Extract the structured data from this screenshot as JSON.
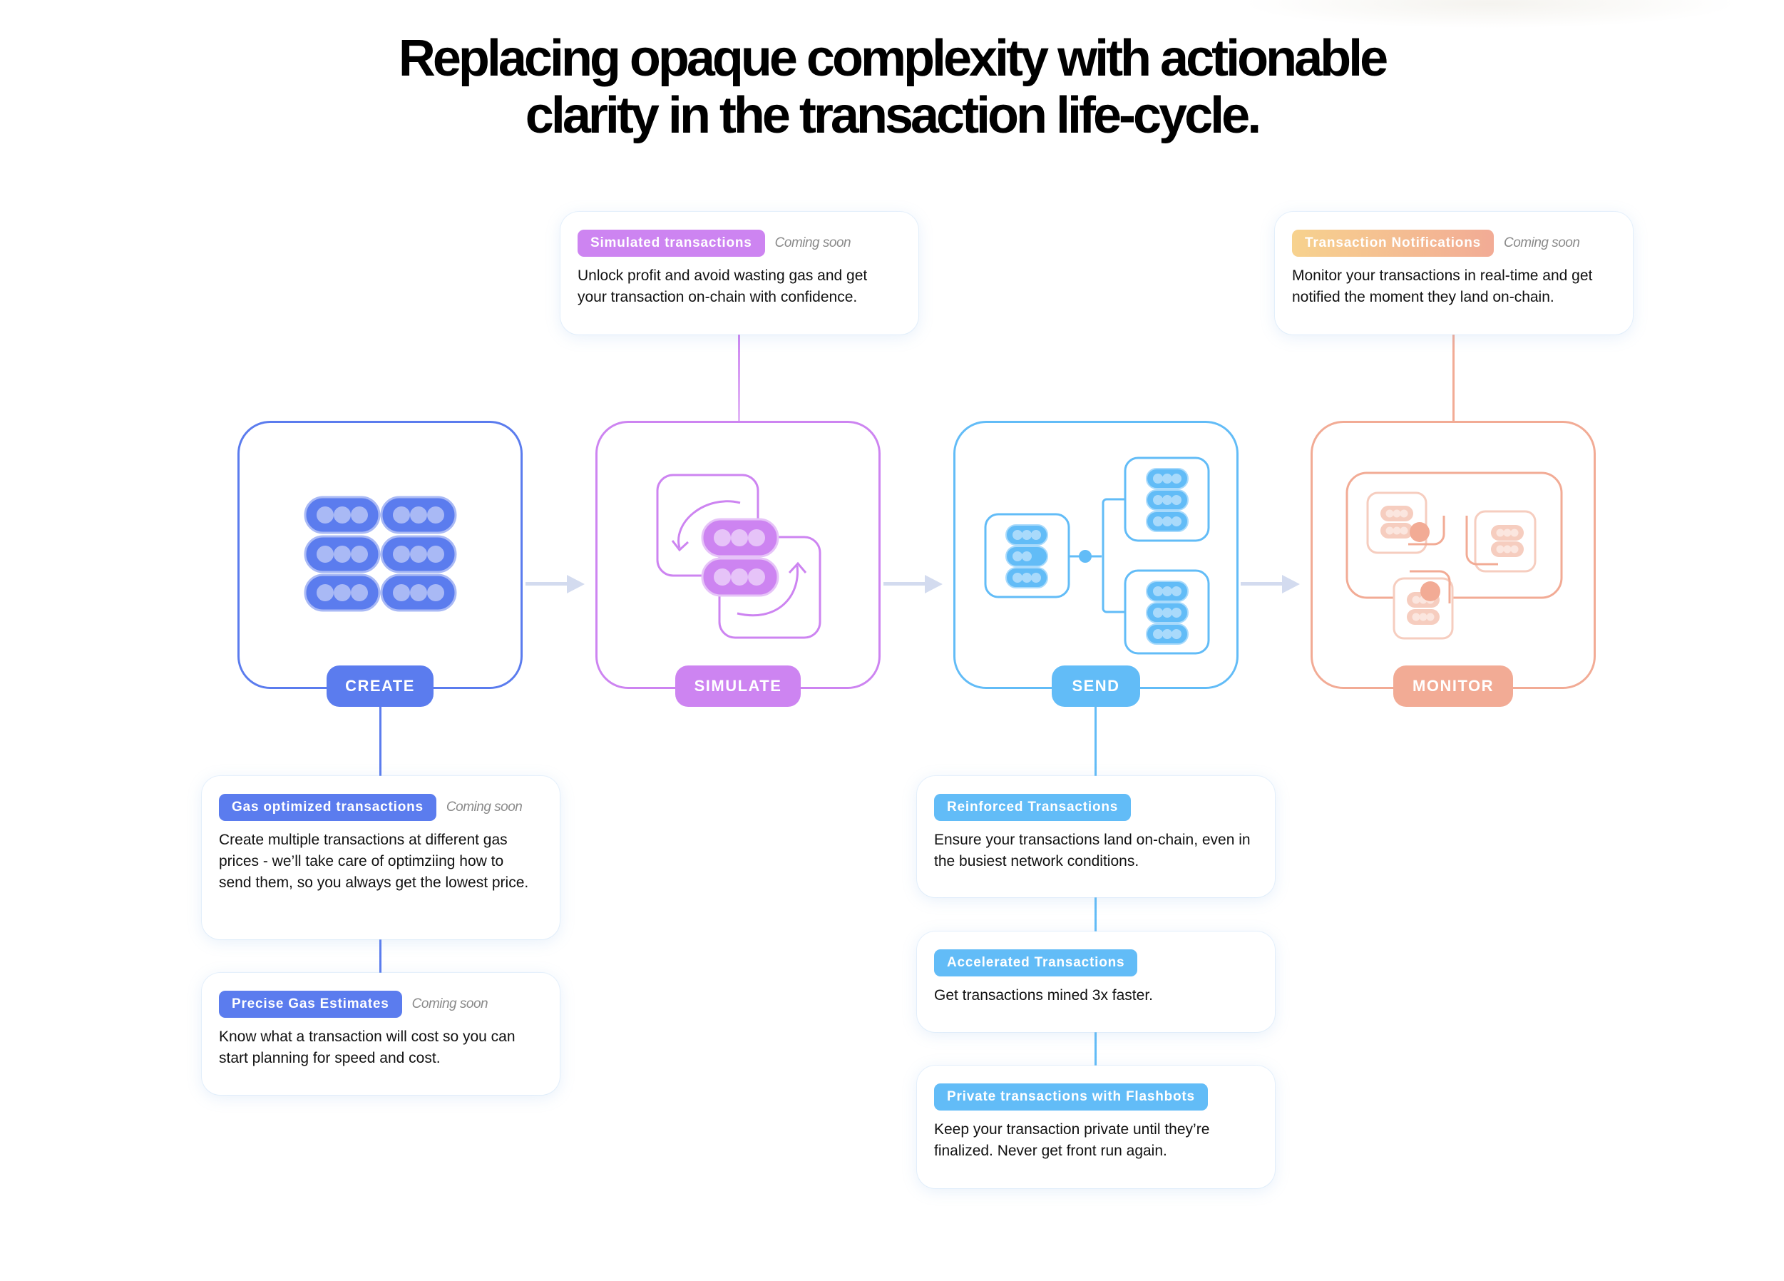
{
  "title": {
    "line1": "Replacing opaque complexity with actionable",
    "line2": "clarity in the transaction life-cycle."
  },
  "colors": {
    "create": "#5b7cee",
    "simulate": "#cd84f1",
    "send": "#62bcf7",
    "monitor": "#f2ab95",
    "arrow": "#d3dbef",
    "coming_soon": "#8a8a8a"
  },
  "stages": [
    {
      "id": "create",
      "label": "CREATE",
      "icon": "transaction-stack-icon"
    },
    {
      "id": "simulate",
      "label": "SIMULATE",
      "icon": "simulate-cycle-icon"
    },
    {
      "id": "send",
      "label": "SEND",
      "icon": "send-network-icon"
    },
    {
      "id": "monitor",
      "label": "MONITOR",
      "icon": "monitor-blocks-icon"
    }
  ],
  "features": {
    "simulated": {
      "tag": "Simulated transactions",
      "status": "Coming soon",
      "description": "Unlock profit and avoid wasting gas and get your transaction on-chain with confidence."
    },
    "notifications": {
      "tag": "Transaction Notifications",
      "status": "Coming soon",
      "description": "Monitor your transactions in real-time and get notified the moment they land on-chain."
    },
    "gas_optimized": {
      "tag": "Gas optimized transactions",
      "status": "Coming soon",
      "description": "Create multiple transactions at different gas prices - we’ll take care of optimziing how to send them, so you always get the lowest price."
    },
    "gas_estimates": {
      "tag": "Precise Gas Estimates",
      "status": "Coming soon",
      "description": "Know what a transaction will cost so you can start planning for speed and cost."
    },
    "reinforced": {
      "tag": "Reinforced Transactions",
      "description": "Ensure your transactions land on-chain, even in the busiest network conditions."
    },
    "accelerated": {
      "tag": "Accelerated Transactions",
      "description": "Get transactions mined 3x faster."
    },
    "private": {
      "tag": "Private transactions with Flashbots",
      "description": "Keep your transaction private until they’re finalized. Never get front run again."
    }
  }
}
